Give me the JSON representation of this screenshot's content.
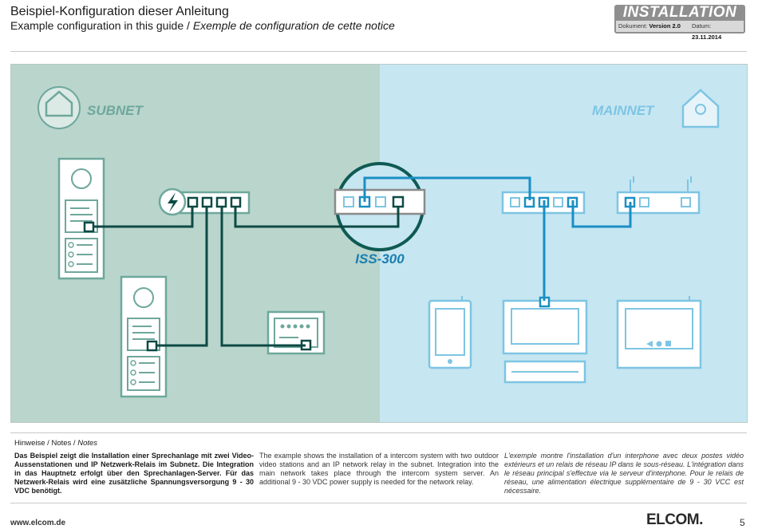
{
  "header": {
    "title_de": "Beispiel-Konfiguration dieser Anleitung",
    "title_en": "Example configuration in this guide",
    "title_sep": " / ",
    "title_fr": "Exemple de configuration de cette notice",
    "badge": {
      "title": "INSTALLATION",
      "doc_label": "Dokument:",
      "doc_value": "Version 2.0",
      "date_label": "Datum:",
      "date_value": "23.11.2014"
    }
  },
  "diagram": {
    "subnet_label": "SUBNET",
    "mainnet_label": "MAINNET",
    "server_label": "ISS-300",
    "colors": {
      "subnet_bg": "#b9d5cc",
      "mainnet_bg": "#c6e6f2",
      "subnet_line": "#0d4a44",
      "subnet_device": "#ffffff",
      "mainnet_line": "#1a8fc4",
      "server_circle": "#0f5a52"
    }
  },
  "notes": {
    "head_de": "Hinweise",
    "head_en": "Notes",
    "head_fr": "Notes",
    "sep": " / ",
    "text_de": "Das Beispiel zeigt die Installation einer Sprechanlage mit zwei Video-Aussenstationen und IP Netzwerk-Relais im Subnetz. Die Integration in das Hauptnetz erfolgt über den Sprechanlagen-Server. Für das Netzwerk-Relais wird eine zusätzliche Spannungsversorgung 9 - 30 VDC benötigt.",
    "text_en": "The example shows the installation of a intercom system with two outdoor video stations and an IP network relay in the subnet. Integration into the main network takes place through the intercom system server. An additional 9 - 30 VDC power supply is needed for the network relay.",
    "text_fr": "L'exemple montre l'installation d'un interphone avec deux postes vidéo extérieurs et un relais de réseau IP dans le sous-réseau. L'intégration dans le réseau principal s'effectue via le serveur d'interphone. Pour le relais de réseau, une alimentation électrique supplémentaire de 9 - 30 VCC est nécessaire."
  },
  "footer": {
    "url": "www.elcom.de",
    "logo": "ELCOM.",
    "page": "5"
  }
}
